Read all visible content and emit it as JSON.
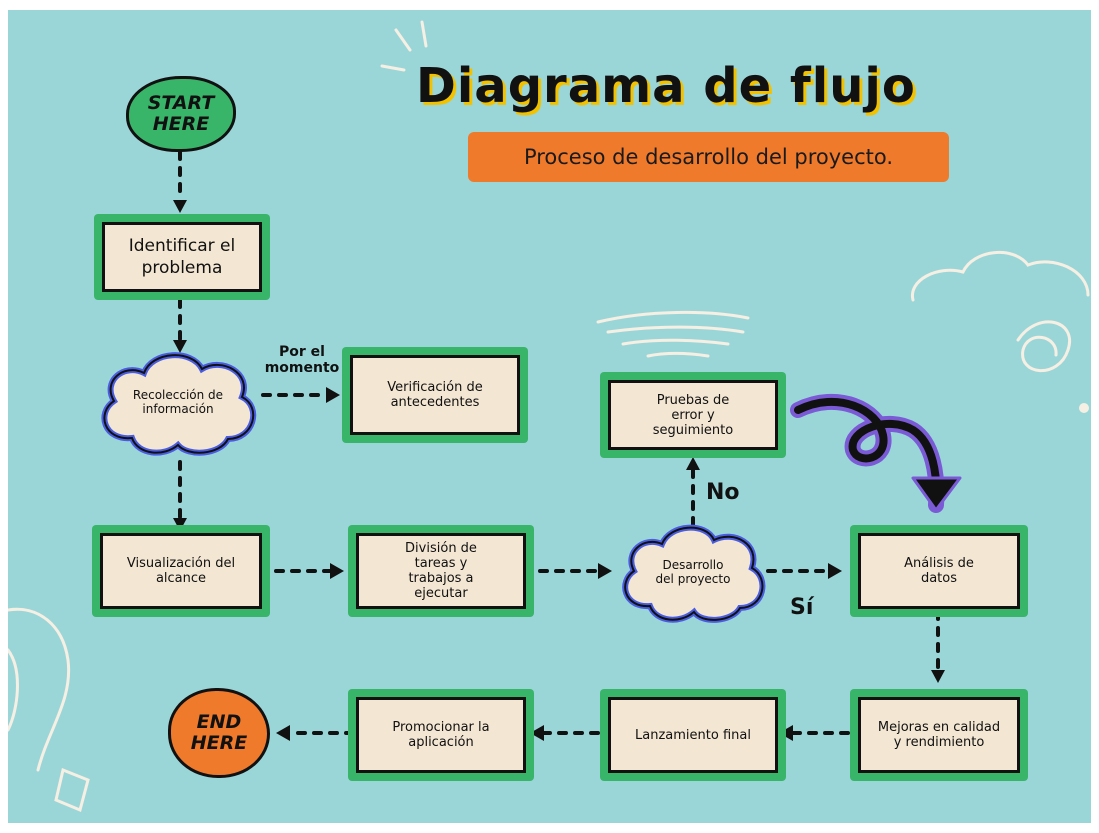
{
  "header": {
    "title": "Diagrama de flujo",
    "subtitle": "Proceso de desarrollo del proyecto."
  },
  "nodes": {
    "start": "START HERE",
    "identify": "Identificar el problema",
    "collect": "Recolección de información",
    "verify": "Verificación de antecedentes",
    "scope": "Visualización del alcance",
    "division": "División de tareas y trabajos a ejecutar",
    "develop": "Desarrollo del proyecto",
    "tests": "Pruebas de error y seguimiento",
    "analysis": "Análisis de datos",
    "improve": "Mejoras en calidad y rendimiento",
    "launch": "Lanzamiento final",
    "promote": "Promocionar la aplicación",
    "end": "END HERE"
  },
  "edge_labels": {
    "for_now": "Por el momento",
    "no": "No",
    "yes": "Sí"
  },
  "colors": {
    "background": "#9ad6d8",
    "box_border": "#39b56a",
    "box_fill": "#f3e6d3",
    "cloud_outline": "#4a5de0",
    "start": "#39b56a",
    "end": "#f07a2c",
    "subtitle_bg": "#f07a2c",
    "title_shadow": "#f2c200",
    "swirl": "#7b5ad6"
  }
}
